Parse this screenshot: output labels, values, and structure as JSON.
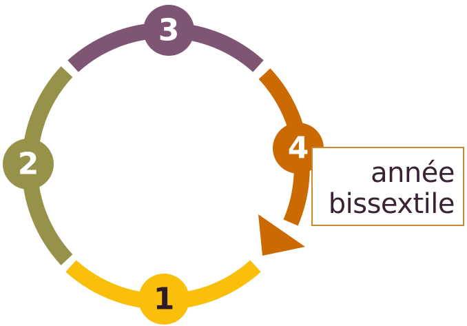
{
  "colors": {
    "step1": "#f9bf0a",
    "step2": "#97924a",
    "step3": "#7e5572",
    "step4": "#cc6a02",
    "step1_text": "#2d1b28",
    "step_text": "#ffffff",
    "callout_border": "#c98a2e",
    "callout_text": "#3a2334"
  },
  "steps": [
    {
      "number": "1"
    },
    {
      "number": "2"
    },
    {
      "number": "3"
    },
    {
      "number": "4"
    }
  ],
  "callout": {
    "line1": "année",
    "line2": "bissextile"
  }
}
